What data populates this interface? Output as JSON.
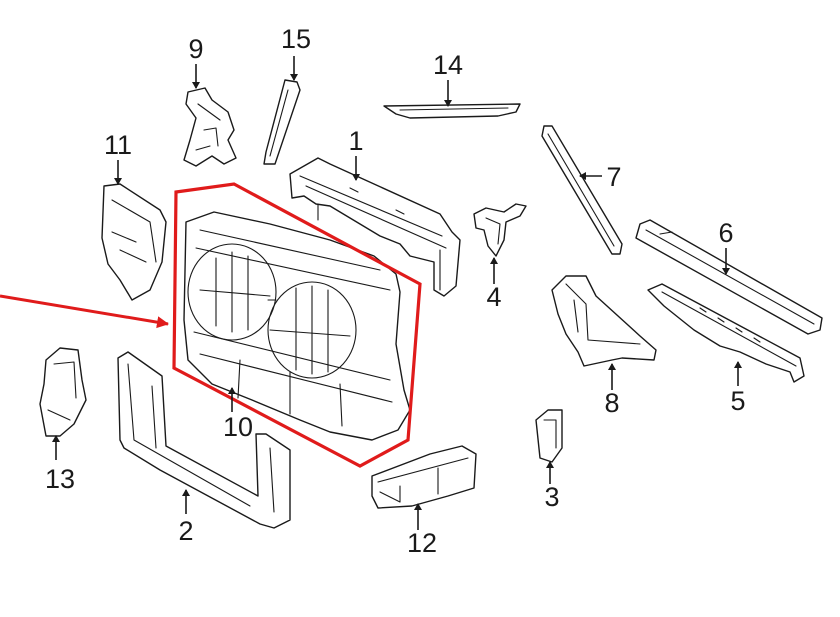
{
  "diagram": {
    "highlight_color": "#e01b1b",
    "line_color": "#1a1a1a",
    "callouts": [
      {
        "id": "1",
        "label": "1"
      },
      {
        "id": "2",
        "label": "2"
      },
      {
        "id": "3",
        "label": "3"
      },
      {
        "id": "4",
        "label": "4"
      },
      {
        "id": "5",
        "label": "5"
      },
      {
        "id": "6",
        "label": "6"
      },
      {
        "id": "7",
        "label": "7"
      },
      {
        "id": "8",
        "label": "8"
      },
      {
        "id": "9",
        "label": "9"
      },
      {
        "id": "10",
        "label": "10"
      },
      {
        "id": "11",
        "label": "11"
      },
      {
        "id": "12",
        "label": "12"
      },
      {
        "id": "13",
        "label": "13"
      },
      {
        "id": "14",
        "label": "14"
      },
      {
        "id": "15",
        "label": "15"
      }
    ],
    "highlighted_part": "10"
  }
}
